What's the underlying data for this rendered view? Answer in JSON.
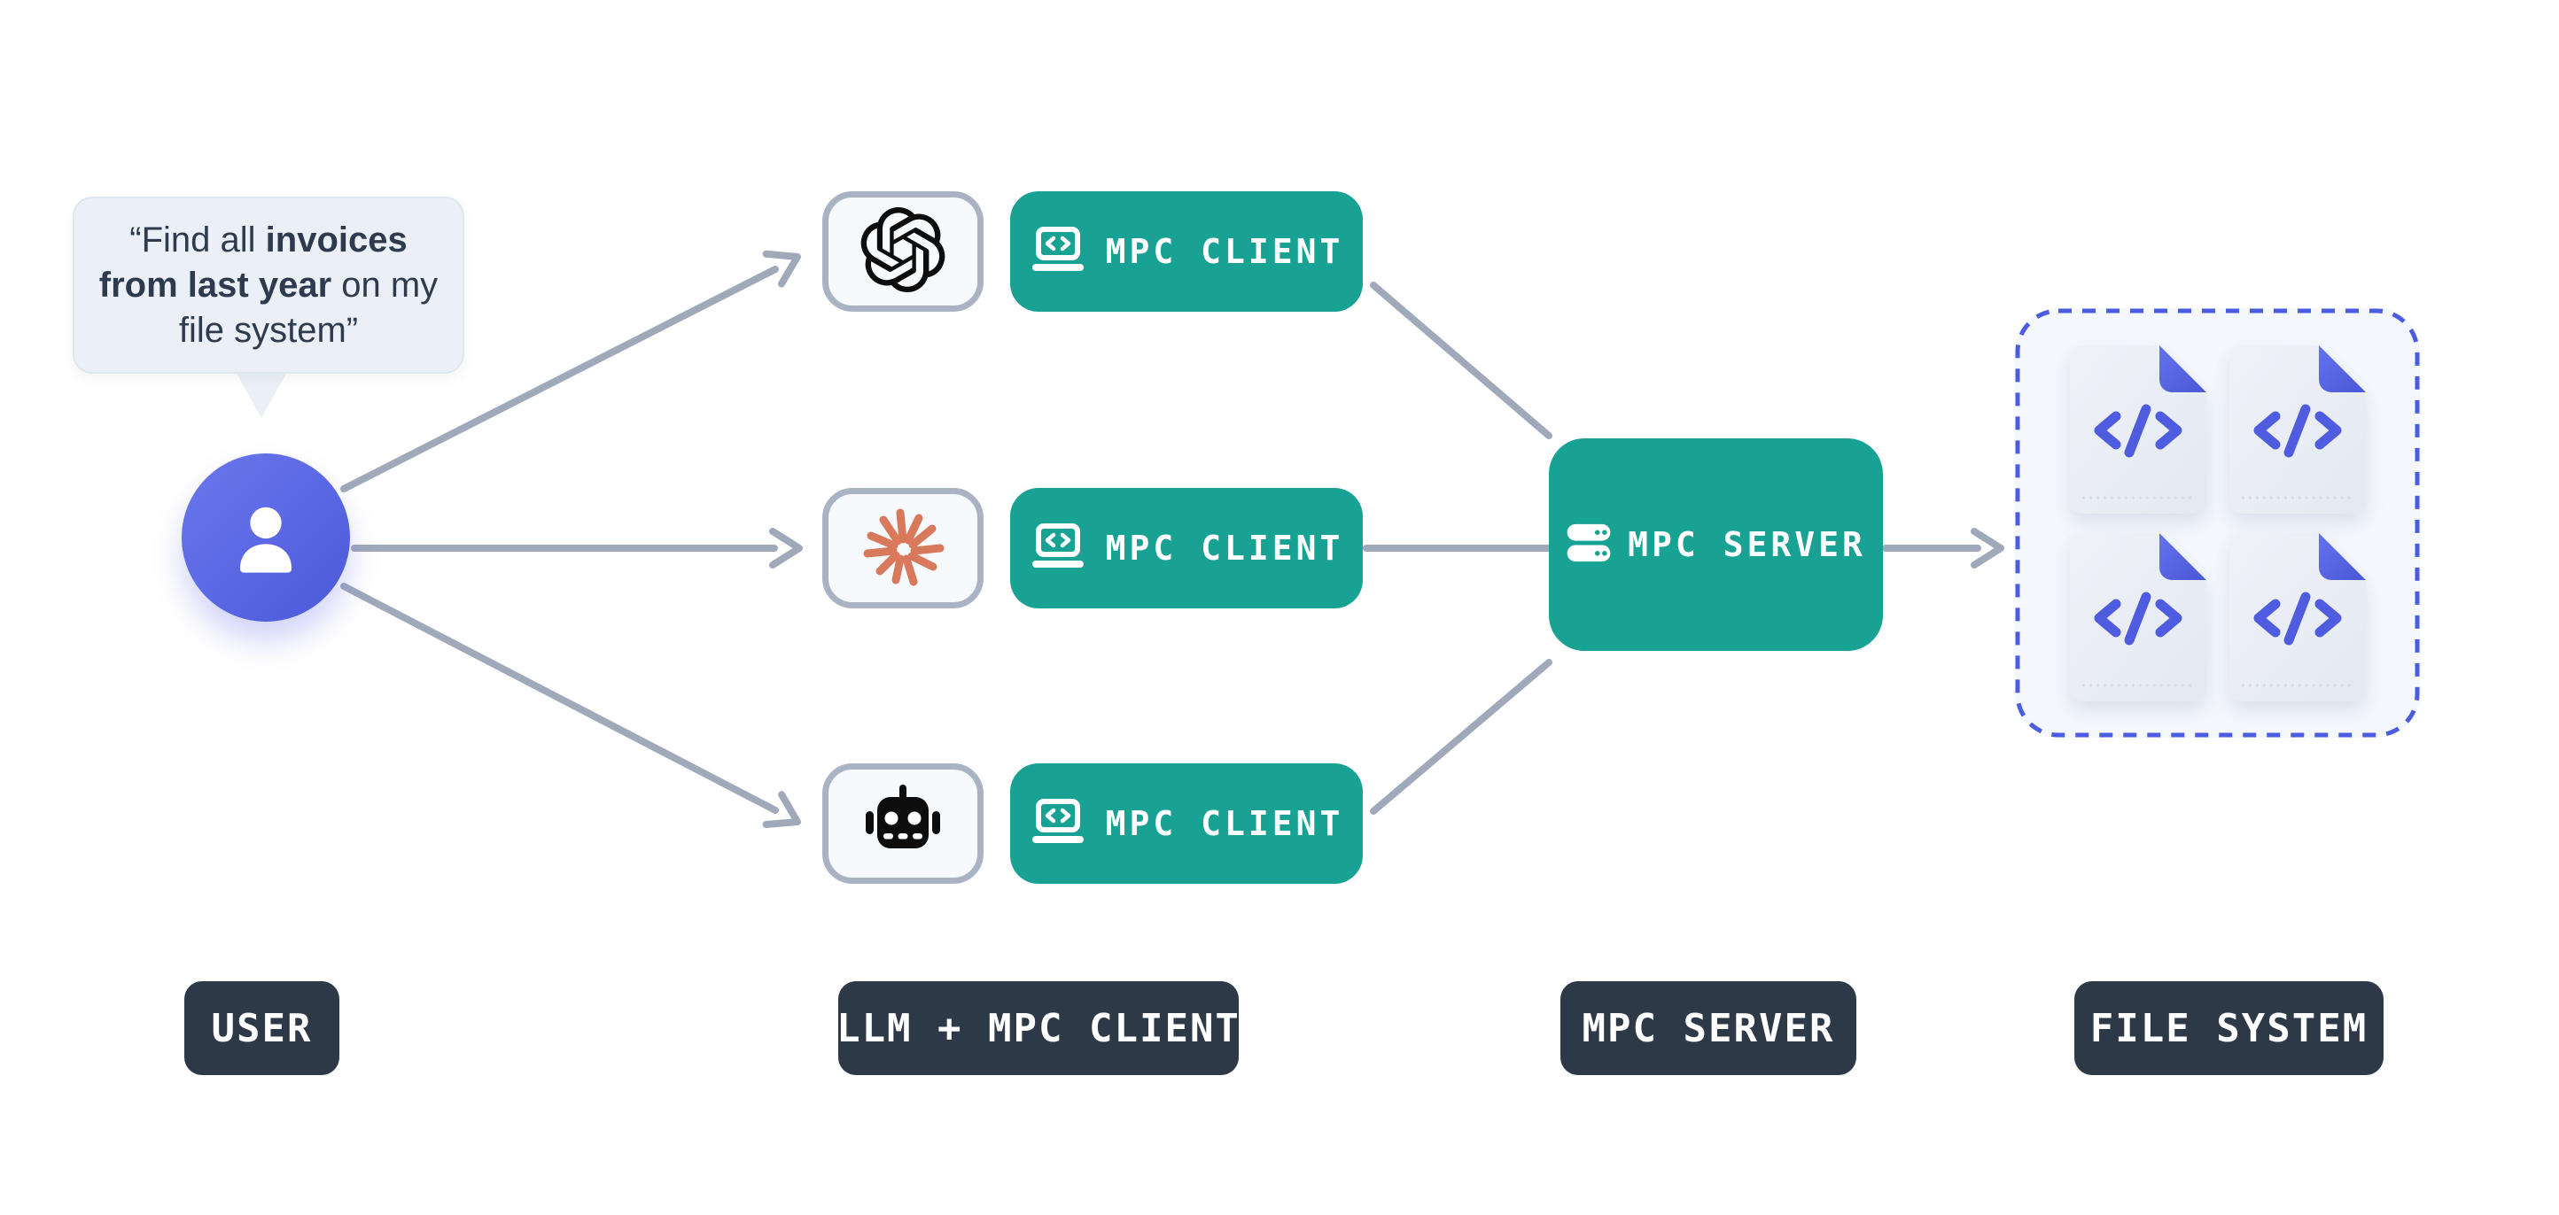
{
  "speech_bubble": {
    "part1": "“Find all ",
    "part2_bold": "invoices from last year",
    "part3": " on my file system”"
  },
  "rows": [
    {
      "llm": "openai-logo",
      "client_label": "MPC CLIENT"
    },
    {
      "llm": "claude-starburst-logo",
      "client_label": "MPC CLIENT"
    },
    {
      "llm": "robot-logo",
      "client_label": "MPC CLIENT"
    }
  ],
  "server": {
    "label": "MPC SERVER"
  },
  "file_system": {
    "file_count": 4,
    "file_icon": "code-file-icon"
  },
  "legend": {
    "user": "USER",
    "llm_client": "LLM + MPC CLIENT",
    "server": "MPC SERVER",
    "file_system": "FILE SYSTEM"
  },
  "icons": {
    "user": "person-icon",
    "client": "laptop-code-icon",
    "server": "server-stack-icon",
    "file": "code-file-icon"
  },
  "colors": {
    "accent_teal": "#18a294",
    "label_navy": "#2d3947",
    "avatar_purple": "#5a67e4",
    "arrow_gray": "#9fa9ba",
    "claude_coral": "#d8795b",
    "bubble_bg": "#ebf0f6",
    "bubble_text": "#2e3a4e",
    "box_bg": "#f6fafd",
    "box_border": "#a9b3c3",
    "fs_bg": "#f4f8fd",
    "fs_border": "#4b5ce1",
    "file_page": "#e9edf3",
    "file_accent": "#4f5ce0",
    "icon_black": "#0d0d0d"
  }
}
